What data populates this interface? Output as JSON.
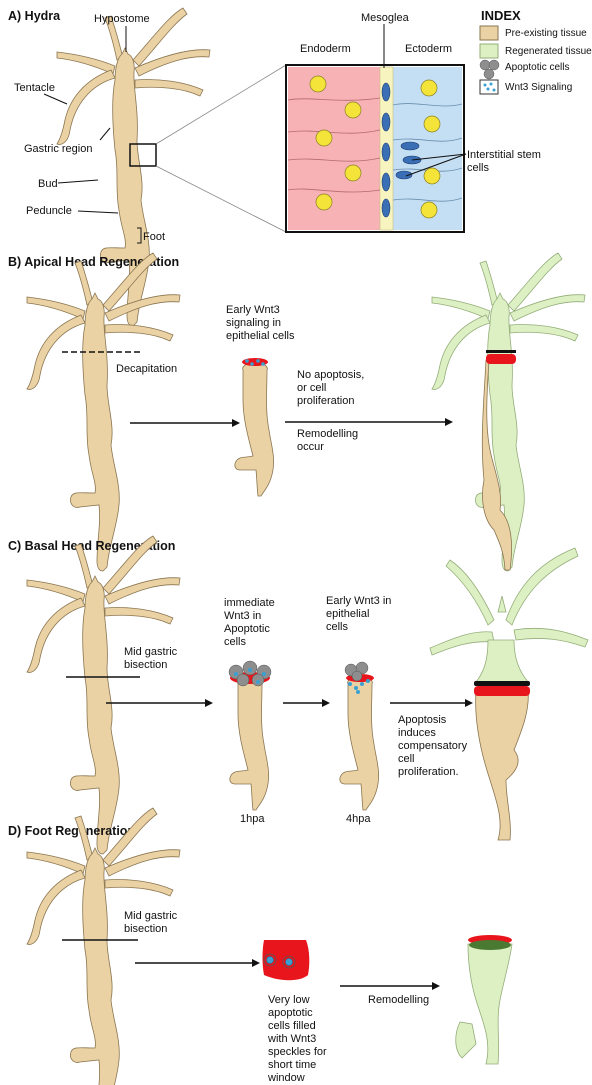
{
  "colors": {
    "pre_existing": "#ead2a4",
    "pre_existing_stroke": "#8a7550",
    "regenerated": "#ddf0c4",
    "regenerated_stroke": "#93ad78",
    "endoderm": "#f6b2b4",
    "ectoderm": "#c4def3",
    "mesoglea": "#f7f4bf",
    "nucleus": "#f4e43a",
    "apoptotic": "#8e8e8e",
    "wnt3": "#3aa0d2",
    "cut_red": "#e8161c"
  },
  "panelA": {
    "title": "A) Hydra",
    "labels": {
      "hypostome": "Hypostome",
      "tentacle": "Tentacle",
      "gastric": "Gastric region",
      "bud": "Bud",
      "peduncle": "Peduncle",
      "foot": "Foot"
    },
    "inset_labels": {
      "mesoglea": "Mesoglea",
      "endoderm": "Endoderm",
      "ectoderm": "Ectoderm",
      "stem_line1": "Interstitial stem",
      "stem_line2": "cells"
    }
  },
  "index": {
    "title": "INDEX",
    "items": [
      {
        "label": "Pre-existing tissue",
        "icon": "pre-existing-swatch"
      },
      {
        "label": "Regenerated tissue",
        "icon": "regenerated-swatch"
      },
      {
        "label": "Apoptotic cells",
        "icon": "apoptotic-cells-icon"
      },
      {
        "label": "Wnt3 Signaling",
        "icon": "wnt3-dots-icon"
      }
    ]
  },
  "panelB": {
    "title": "B) Apical Head Regeneration",
    "decap": "Decapitation",
    "early": [
      "Early Wnt3",
      "signaling in",
      "epithelial cells"
    ],
    "noapop": [
      "No apoptosis,",
      "or cell",
      "proliferation"
    ],
    "remod": [
      "Remodelling",
      "occur"
    ]
  },
  "panelC": {
    "title": "C) Basal Head Regeneration",
    "mid": [
      "Mid gastric",
      "bisection"
    ],
    "immediate": [
      "immediate",
      "Wnt3 in",
      "Apoptotic",
      "cells"
    ],
    "early": [
      "Early Wnt3 in",
      "epithelial",
      "cells"
    ],
    "apop": [
      "Apoptosis",
      "induces",
      "compensatory",
      "cell",
      "proliferation."
    ],
    "t1": "1hpa",
    "t4": "4hpa"
  },
  "panelD": {
    "title": "D) Foot Regeneration",
    "mid": [
      "Mid gastric",
      "bisection"
    ],
    "verylow": [
      "Very low",
      "apoptotic",
      "cells filled",
      "with Wnt3",
      "speckles for",
      "short time",
      "window"
    ],
    "remod": "Remodelling"
  }
}
